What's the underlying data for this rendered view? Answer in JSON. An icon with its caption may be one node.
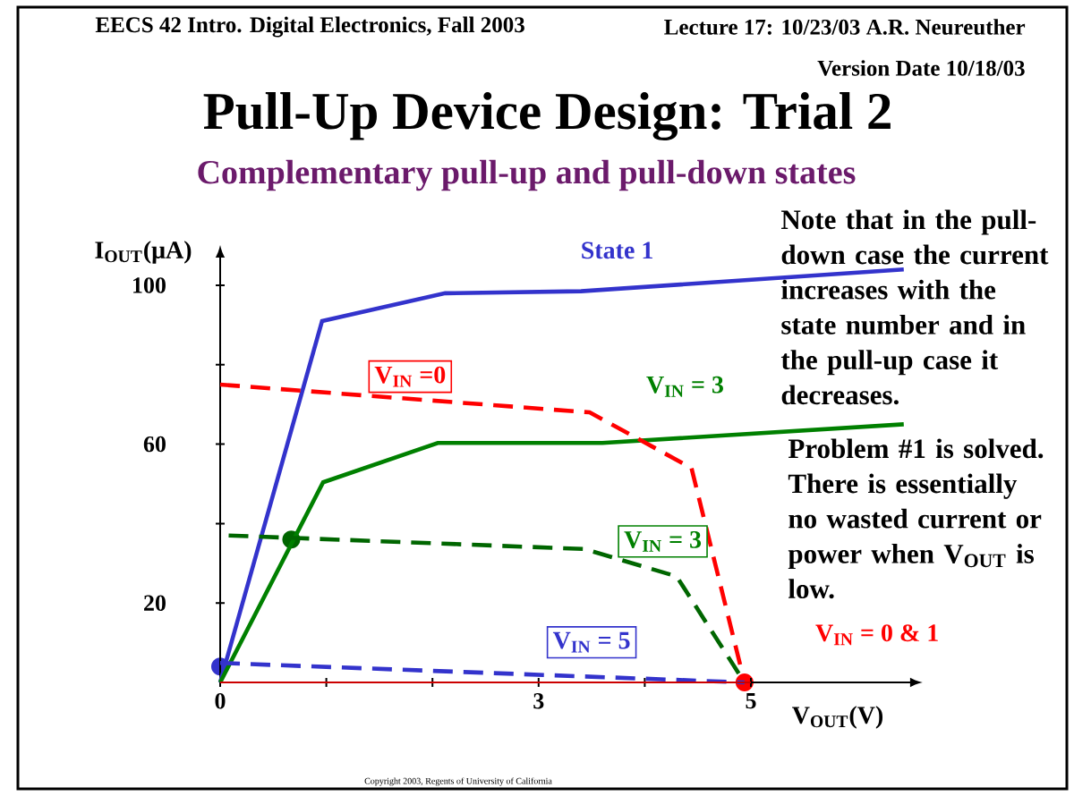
{
  "diagram": {
    "title": "Pull-Up Device Design: Trial 2",
    "labels": [
      "EECS 42   Intro. Digital Electronics, Fall 2003",
      "Lecture 17: 10/23/03  A.R. Neureuther",
      "Version Date 10/18/03",
      "Complementary pull-up and pull-down states",
      "Note that in the pull-down case the current increases with the state number and in the pull-up case it decreases.",
      "Problem #1 is solved. There is essentially no wasted current or power when V$_{OUT}$ is low.",
      "Copyright 2003, Regents of University of California"
    ],
    "chart_data": {
      "type": "line",
      "xlabel": "V$_{OUT}$(V)",
      "ylabel": "I$_{OUT}$(μA)",
      "xlim": [
        0,
        6.5
      ],
      "ylim": [
        0,
        107
      ],
      "xticks": [
        0,
        3,
        5
      ],
      "yticks": [
        20,
        60,
        100
      ],
      "series": [
        {
          "color": "#3333cc",
          "x": [
            0,
            0.96,
            2.12,
            3.4,
            6.44
          ],
          "values": [
            0,
            91,
            98,
            98.5,
            104
          ]
        },
        {
          "color": "#008000",
          "x": [
            0,
            0.97,
            2.05,
            3.6,
            6.44
          ],
          "values": [
            0,
            50.4,
            60.3,
            60.3,
            65
          ]
        },
        {
          "color": "#ff0000",
          "line_style": "dashed",
          "x": [
            0,
            3.48,
            4.44,
            4.94
          ],
          "values": [
            75,
            68,
            54,
            0
          ]
        },
        {
          "color": "#006600",
          "line_style": "dashed",
          "x": [
            0.08,
            3.43,
            4.3,
            4.94
          ],
          "values": [
            37,
            33.6,
            26.7,
            0
          ]
        },
        {
          "color": "#3333cc",
          "line_style": "dashed",
          "x": [
            0,
            4.94
          ],
          "values": [
            4.9,
            0
          ]
        },
        {
          "color": "#cc0000",
          "x": [
            0,
            5
          ],
          "values": [
            0,
            0
          ]
        }
      ],
      "annotations": [
        "State 1",
        "V$_{IN}$ =0",
        "V$_{IN}$ = 3",
        "V$_{IN}$ = 3",
        "V$_{IN}$ = 5",
        "V$_{IN}$ = 0 & 1"
      ]
    }
  }
}
